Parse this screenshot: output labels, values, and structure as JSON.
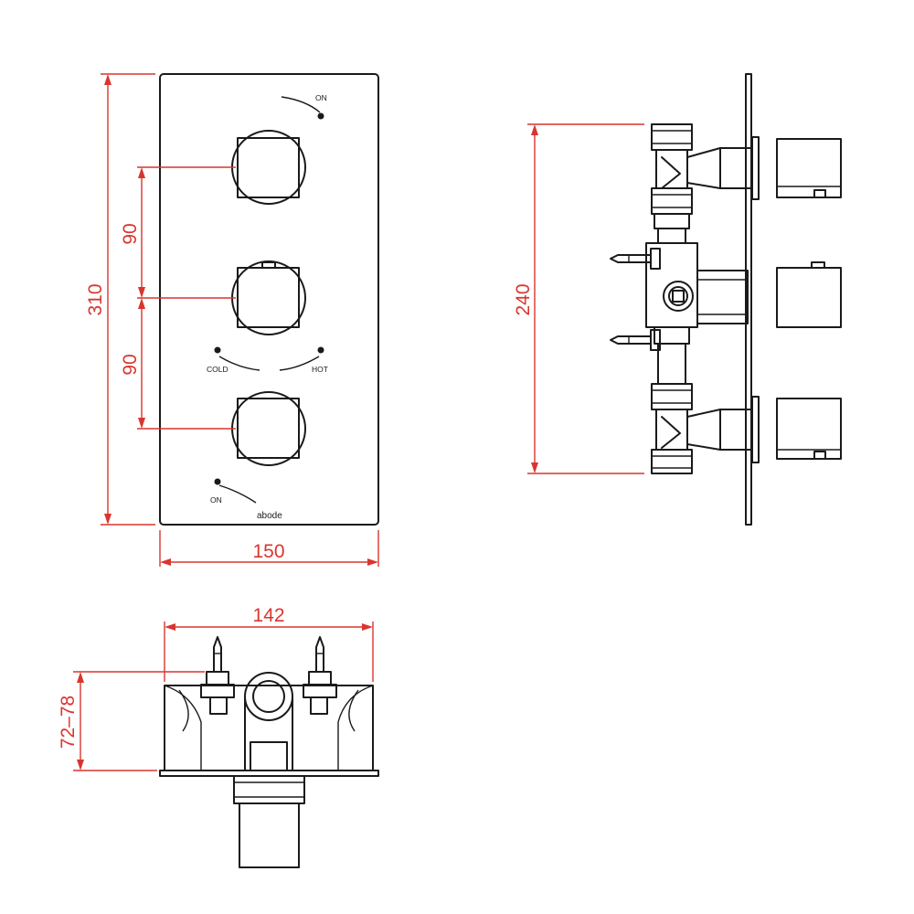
{
  "front_view": {
    "labels": {
      "on_top": "ON",
      "cold": "COLD",
      "hot": "HOT",
      "on_bottom": "ON",
      "brand": "abode"
    },
    "dimensions": {
      "height": "310",
      "spacing_upper": "90",
      "spacing_lower": "90",
      "width": "150"
    }
  },
  "side_view": {
    "dimensions": {
      "body_height": "240"
    }
  },
  "top_view": {
    "dimensions": {
      "width": "142",
      "depth": "72–78"
    }
  },
  "colors": {
    "outline": "#1a1a1a",
    "dimension": "#d9352f"
  }
}
